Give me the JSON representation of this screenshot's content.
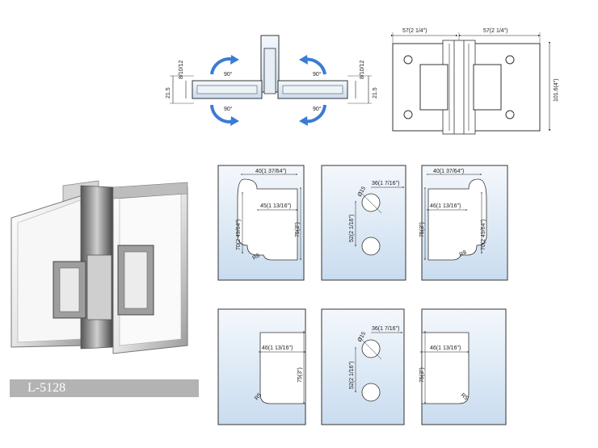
{
  "product": {
    "model": "L-5128"
  },
  "top_view": {
    "angle_labels": [
      "90°",
      "90°",
      "90°",
      "90°"
    ],
    "dim_height_left": "21.5",
    "dim_glass_left": "8/10/12",
    "dim_height_right": "21.5",
    "dim_glass_right": "8/10/12"
  },
  "front_view": {
    "width_left": "57(2 1/4\")",
    "width_right": "57(2 1/4\")",
    "height": "101.6(4\")"
  },
  "cutouts": {
    "a1": {
      "width": "40(1 37/64\")",
      "inner": "45(1 13/16\")",
      "height_outer": "70(2 49/64\")",
      "height": "75(3\")",
      "radius": "R8"
    },
    "a2": {
      "dia": "Ø15",
      "offset": "36(1 7/16\")",
      "spacing": "52(2 1/16\")"
    },
    "a3": {
      "width": "40(1 37/64\")",
      "inner": "46(1 13/16\")",
      "height": "75(3\")",
      "height_outer": "70(2 49/64\")",
      "radius": "R8"
    },
    "b1": {
      "inner": "46(1 13/16\")",
      "height": "75(3\")",
      "radius": "R5"
    },
    "b2": {
      "dia": "Ø15",
      "offset": "36(1 7/16\")",
      "spacing": "52(2 1/16\")"
    },
    "b3": {
      "inner": "46(1 13/16\")",
      "height": "75(3\")",
      "radius": "R5"
    }
  },
  "colors": {
    "glass": "#d8e6f4",
    "line": "#333333",
    "arrow": "#3a7bd5"
  }
}
